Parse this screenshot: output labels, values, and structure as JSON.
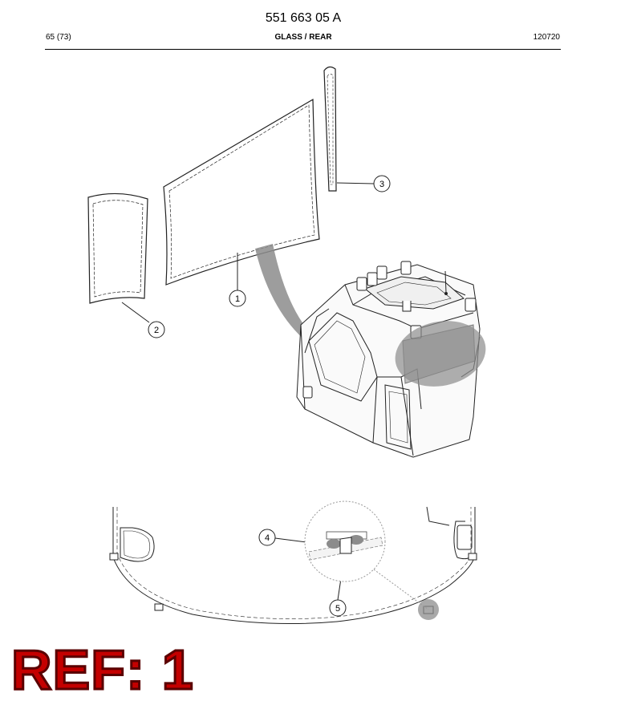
{
  "header": {
    "doc_number": "551 663 05 A",
    "page": "65 (73)",
    "section": "GLASS / REAR",
    "date_code": "120720"
  },
  "callouts": {
    "c1": "1",
    "c2": "2",
    "c3": "3",
    "c4": "4",
    "c5": "5"
  },
  "ref_label": "REF: 1",
  "colors": {
    "ref_red": "#c40000",
    "highlight_gray": "#8c8c8c"
  }
}
